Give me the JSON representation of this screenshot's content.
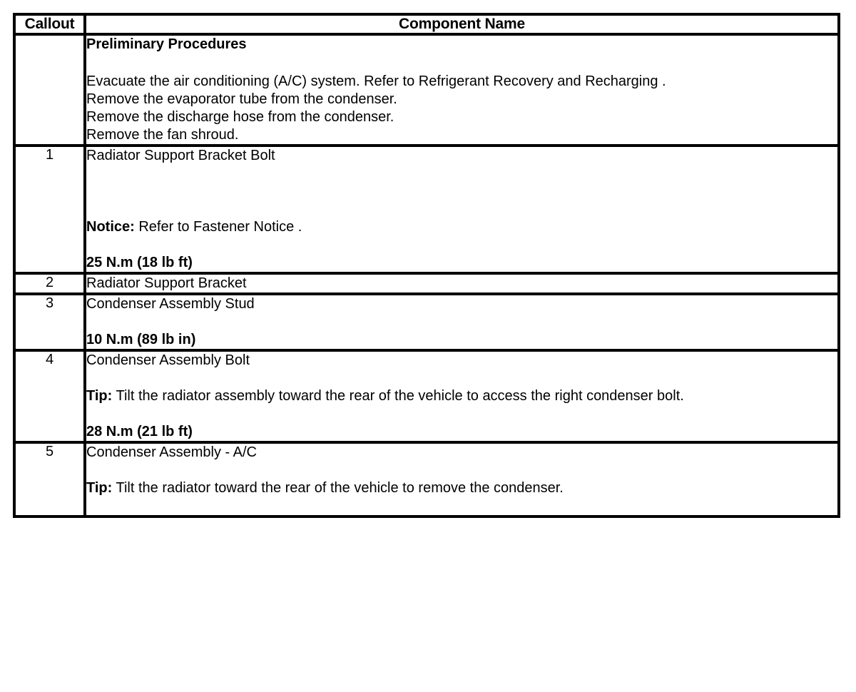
{
  "table": {
    "headers": {
      "callout": "Callout",
      "component_name": "Component Name"
    },
    "preliminary": {
      "title": "Preliminary Procedures",
      "steps": [
        "Evacuate the air conditioning (A/C) system. Refer to Refrigerant Recovery and Recharging .",
        "Remove the evaporator tube from the condenser.",
        "Remove the discharge hose from the condenser.",
        "Remove the fan shroud."
      ]
    },
    "rows": [
      {
        "callout": "1",
        "title": "Radiator Support Bracket Bolt",
        "note_label": "Notice:",
        "note_text": " Refer to Fastener Notice .",
        "torque": "25 N.m (18 lb ft)"
      },
      {
        "callout": "2",
        "title": "Radiator Support Bracket",
        "note_label": "",
        "note_text": "",
        "torque": ""
      },
      {
        "callout": "3",
        "title": "Condenser Assembly Stud",
        "note_label": "",
        "note_text": "",
        "torque": "10 N.m (89 lb in)"
      },
      {
        "callout": "4",
        "title": "Condenser Assembly Bolt",
        "note_label": "Tip:",
        "note_text": " Tilt the radiator assembly toward the rear of the vehicle to access the right condenser bolt.",
        "torque": "28 N.m (21 lb ft)"
      },
      {
        "callout": "5",
        "title": "Condenser Assembly - A/C",
        "note_label": "Tip:",
        "note_text": " Tilt the radiator toward the rear of the vehicle to remove the condenser.",
        "torque": ""
      }
    ]
  },
  "colors": {
    "border": "#000000",
    "text": "#000000",
    "background": "#ffffff"
  }
}
